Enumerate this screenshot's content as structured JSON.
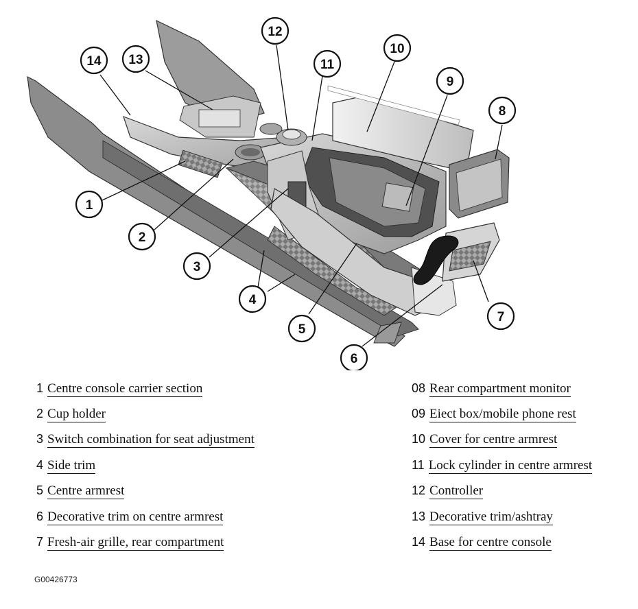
{
  "callouts": [
    "1",
    "2",
    "3",
    "4",
    "5",
    "6",
    "7",
    "8",
    "9",
    "10",
    "11",
    "12",
    "13",
    "14"
  ],
  "legend_left": [
    {
      "num": "1",
      "text": "Centre console carrier section"
    },
    {
      "num": "2",
      "text": "Cup holder"
    },
    {
      "num": "3",
      "text": "Switch combination for seat adjustment"
    },
    {
      "num": "4",
      "text": "Side trim"
    },
    {
      "num": "5",
      "text": "Centre armrest"
    },
    {
      "num": "6",
      "text": "Decorative trim on centre armrest"
    },
    {
      "num": "7",
      "text": "Fresh-air grille, rear compartment"
    }
  ],
  "legend_right": [
    {
      "num": "08",
      "text": "Rear compartment monitor"
    },
    {
      "num": "09",
      "text": "Eiect box/mobile phone rest"
    },
    {
      "num": "10",
      "text": "Cover for centre armrest"
    },
    {
      "num": "11",
      "text": "Lock cylinder in centre armrest"
    },
    {
      "num": "12",
      "text": "Controller"
    },
    {
      "num": "13",
      "text": "Decorative trim/ashtray"
    },
    {
      "num": "14",
      "text": "Base for centre console"
    }
  ],
  "figure_code": "G00426773"
}
